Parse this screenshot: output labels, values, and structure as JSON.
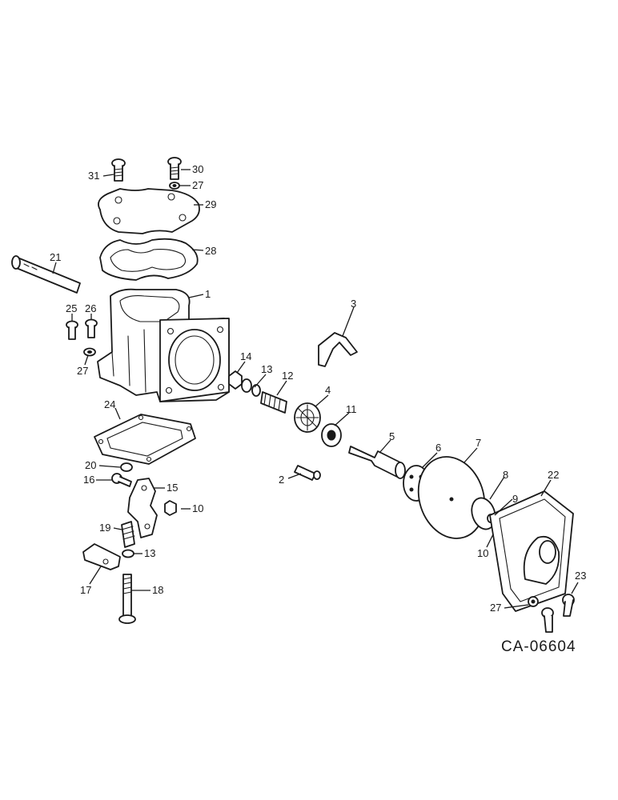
{
  "drawing_code": "CA-06604",
  "callouts": [
    {
      "id": "31",
      "text": "31"
    },
    {
      "id": "30",
      "text": "30"
    },
    {
      "id": "27a",
      "text": "27"
    },
    {
      "id": "29",
      "text": "29"
    },
    {
      "id": "28",
      "text": "28"
    },
    {
      "id": "21",
      "text": "21"
    },
    {
      "id": "1",
      "text": "1"
    },
    {
      "id": "25",
      "text": "25"
    },
    {
      "id": "26",
      "text": "26"
    },
    {
      "id": "27b",
      "text": "27"
    },
    {
      "id": "3",
      "text": "3"
    },
    {
      "id": "14",
      "text": "14"
    },
    {
      "id": "13a",
      "text": "13"
    },
    {
      "id": "12",
      "text": "12"
    },
    {
      "id": "4",
      "text": "4"
    },
    {
      "id": "11",
      "text": "11"
    },
    {
      "id": "24",
      "text": "24"
    },
    {
      "id": "5",
      "text": "5"
    },
    {
      "id": "6",
      "text": "6"
    },
    {
      "id": "7",
      "text": "7"
    },
    {
      "id": "20",
      "text": "20"
    },
    {
      "id": "16",
      "text": "16"
    },
    {
      "id": "15",
      "text": "15"
    },
    {
      "id": "2",
      "text": "2"
    },
    {
      "id": "8",
      "text": "8"
    },
    {
      "id": "22",
      "text": "22"
    },
    {
      "id": "10a",
      "text": "10"
    },
    {
      "id": "9",
      "text": "9"
    },
    {
      "id": "19",
      "text": "19"
    },
    {
      "id": "13b",
      "text": "13"
    },
    {
      "id": "10b",
      "text": "10"
    },
    {
      "id": "17",
      "text": "17"
    },
    {
      "id": "18",
      "text": "18"
    },
    {
      "id": "23",
      "text": "23"
    },
    {
      "id": "27c",
      "text": "27"
    }
  ]
}
